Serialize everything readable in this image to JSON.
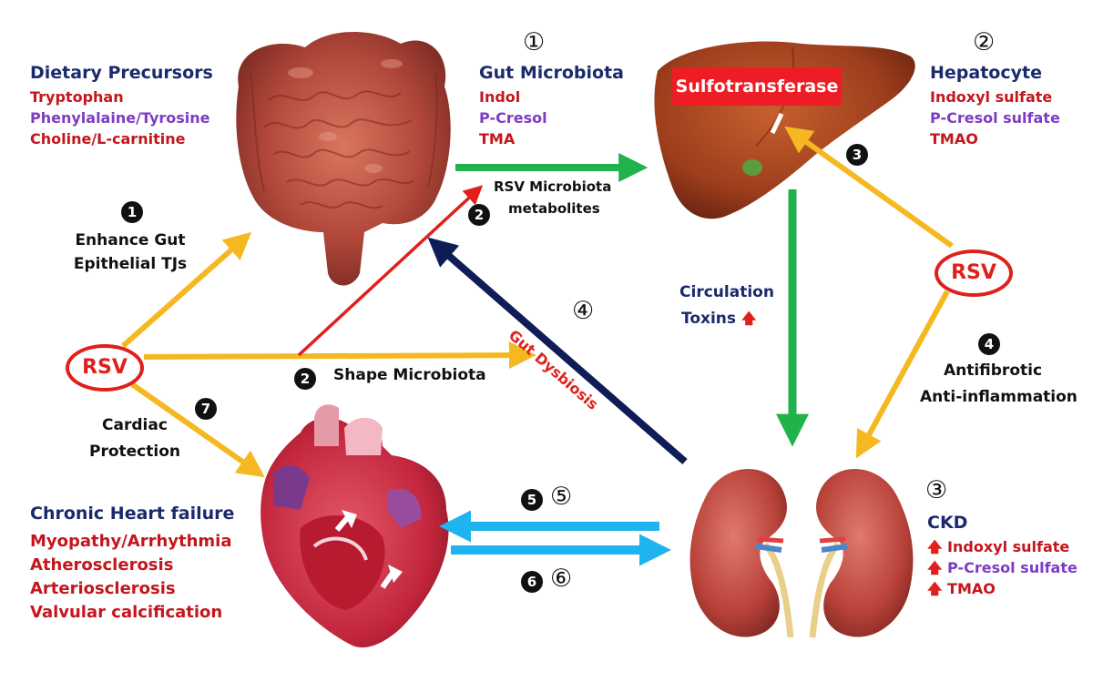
{
  "dietary": {
    "title": "Dietary Precursors",
    "items": [
      "Tryptophan",
      "Phenylalaine/Tyrosine",
      "Choline/L-carnitine"
    ],
    "colors": [
      "#c4161c",
      "#7d3cc4",
      "#c4161c"
    ]
  },
  "gut_microbiota": {
    "number": "①",
    "title": "Gut Microbiota",
    "items": [
      "Indol",
      "P-Cresol",
      "TMA"
    ]
  },
  "hepatocyte": {
    "number": "②",
    "title": "Hepatocyte",
    "items": [
      "Indoxyl sulfate",
      "P-Cresol sulfate",
      "TMAO"
    ]
  },
  "liver": {
    "enzyme": "Sulfotransferase"
  },
  "rsv_left": "RSV",
  "rsv_right": "RSV",
  "steps": {
    "s1": {
      "badge": "1",
      "line1": "Enhance Gut",
      "line2": "Epithelial TJs"
    },
    "s2a": {
      "badge": "2",
      "line1": "RSV Microbiota",
      "line2": "metabolites"
    },
    "s2b": {
      "badge": "2",
      "text": "Shape Microbiota"
    },
    "s3": {
      "badge": "3"
    },
    "s4": {
      "badge": "4",
      "line1": "Antifibrotic",
      "line2": "Anti-inflammation"
    },
    "s5": {
      "badge": "5",
      "circ": "⑤"
    },
    "s6": {
      "badge": "6",
      "circ": "⑥"
    },
    "s7": {
      "badge": "7",
      "line1": "Cardiac",
      "line2": "Protection"
    }
  },
  "circulation": {
    "line1": "Circulation",
    "line2": "Toxins",
    "arrow": "🡅"
  },
  "gut_dysbiosis": {
    "text": "Gut Dysbiosis",
    "number": "④"
  },
  "ckd": {
    "number": "③",
    "title": "CKD",
    "items": [
      "Indoxyl sulfate",
      "P-Cresol sulfate",
      "TMAO"
    ],
    "arrow": "🡅"
  },
  "heart": {
    "title": "Chronic Heart failure",
    "items": [
      "Myopathy/Arrhythmia",
      "Atherosclerosis",
      "Arteriosclerosis",
      "Valvular calcification"
    ]
  },
  "colors": {
    "navy": "#1a2a6c",
    "red": "#c4161c",
    "purple": "#7d3cc4",
    "arrow_yellow": "#f5b820",
    "arrow_green": "#22b24c",
    "arrow_red": "#e0201c",
    "arrow_navy": "#101c55",
    "arrow_blue": "#1fb3ef"
  }
}
